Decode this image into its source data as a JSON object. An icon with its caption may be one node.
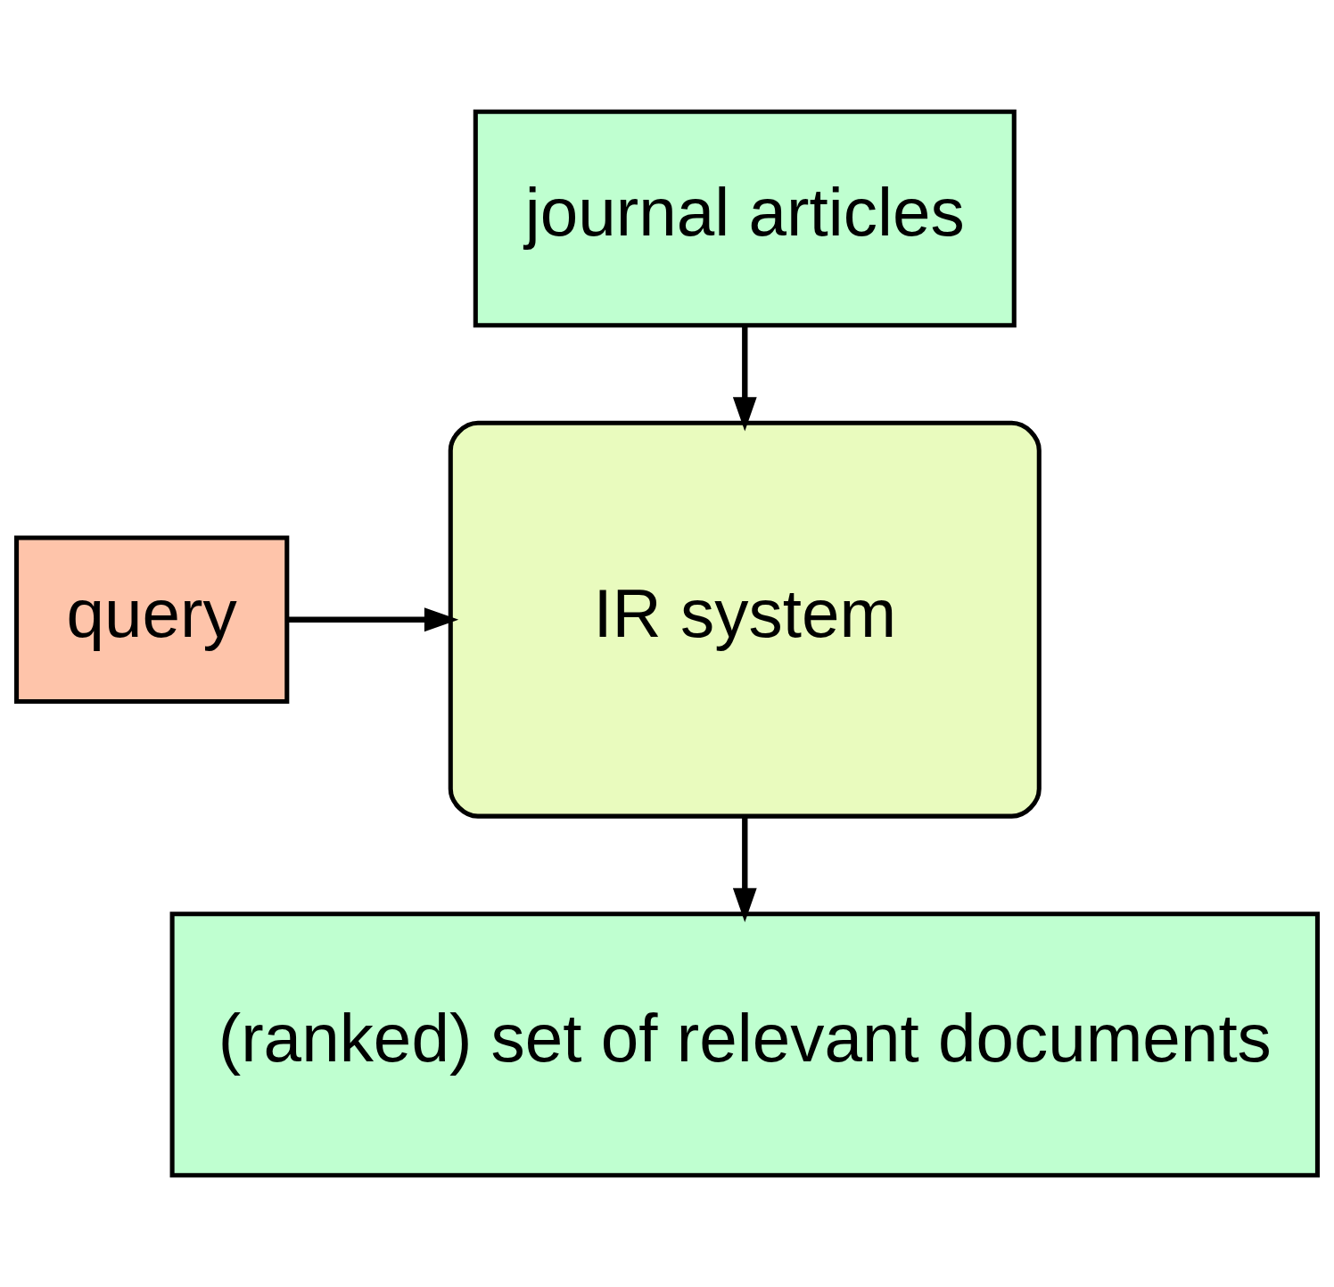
{
  "diagram": {
    "nodes": [
      {
        "text": [
          "journal articles"
        ]
      },
      {
        "text": [
          "query"
        ]
      },
      {
        "text": [
          "IR system"
        ]
      },
      {
        "text": [
          "(ranked) set of relevant documents"
        ]
      }
    ],
    "edges": [
      {
        "from": 0,
        "to": 2,
        "arrow": "to"
      },
      {
        "from": 1,
        "to": 2,
        "arrow": "to"
      },
      {
        "from": 2,
        "to": 3,
        "arrow": "to"
      }
    ]
  }
}
